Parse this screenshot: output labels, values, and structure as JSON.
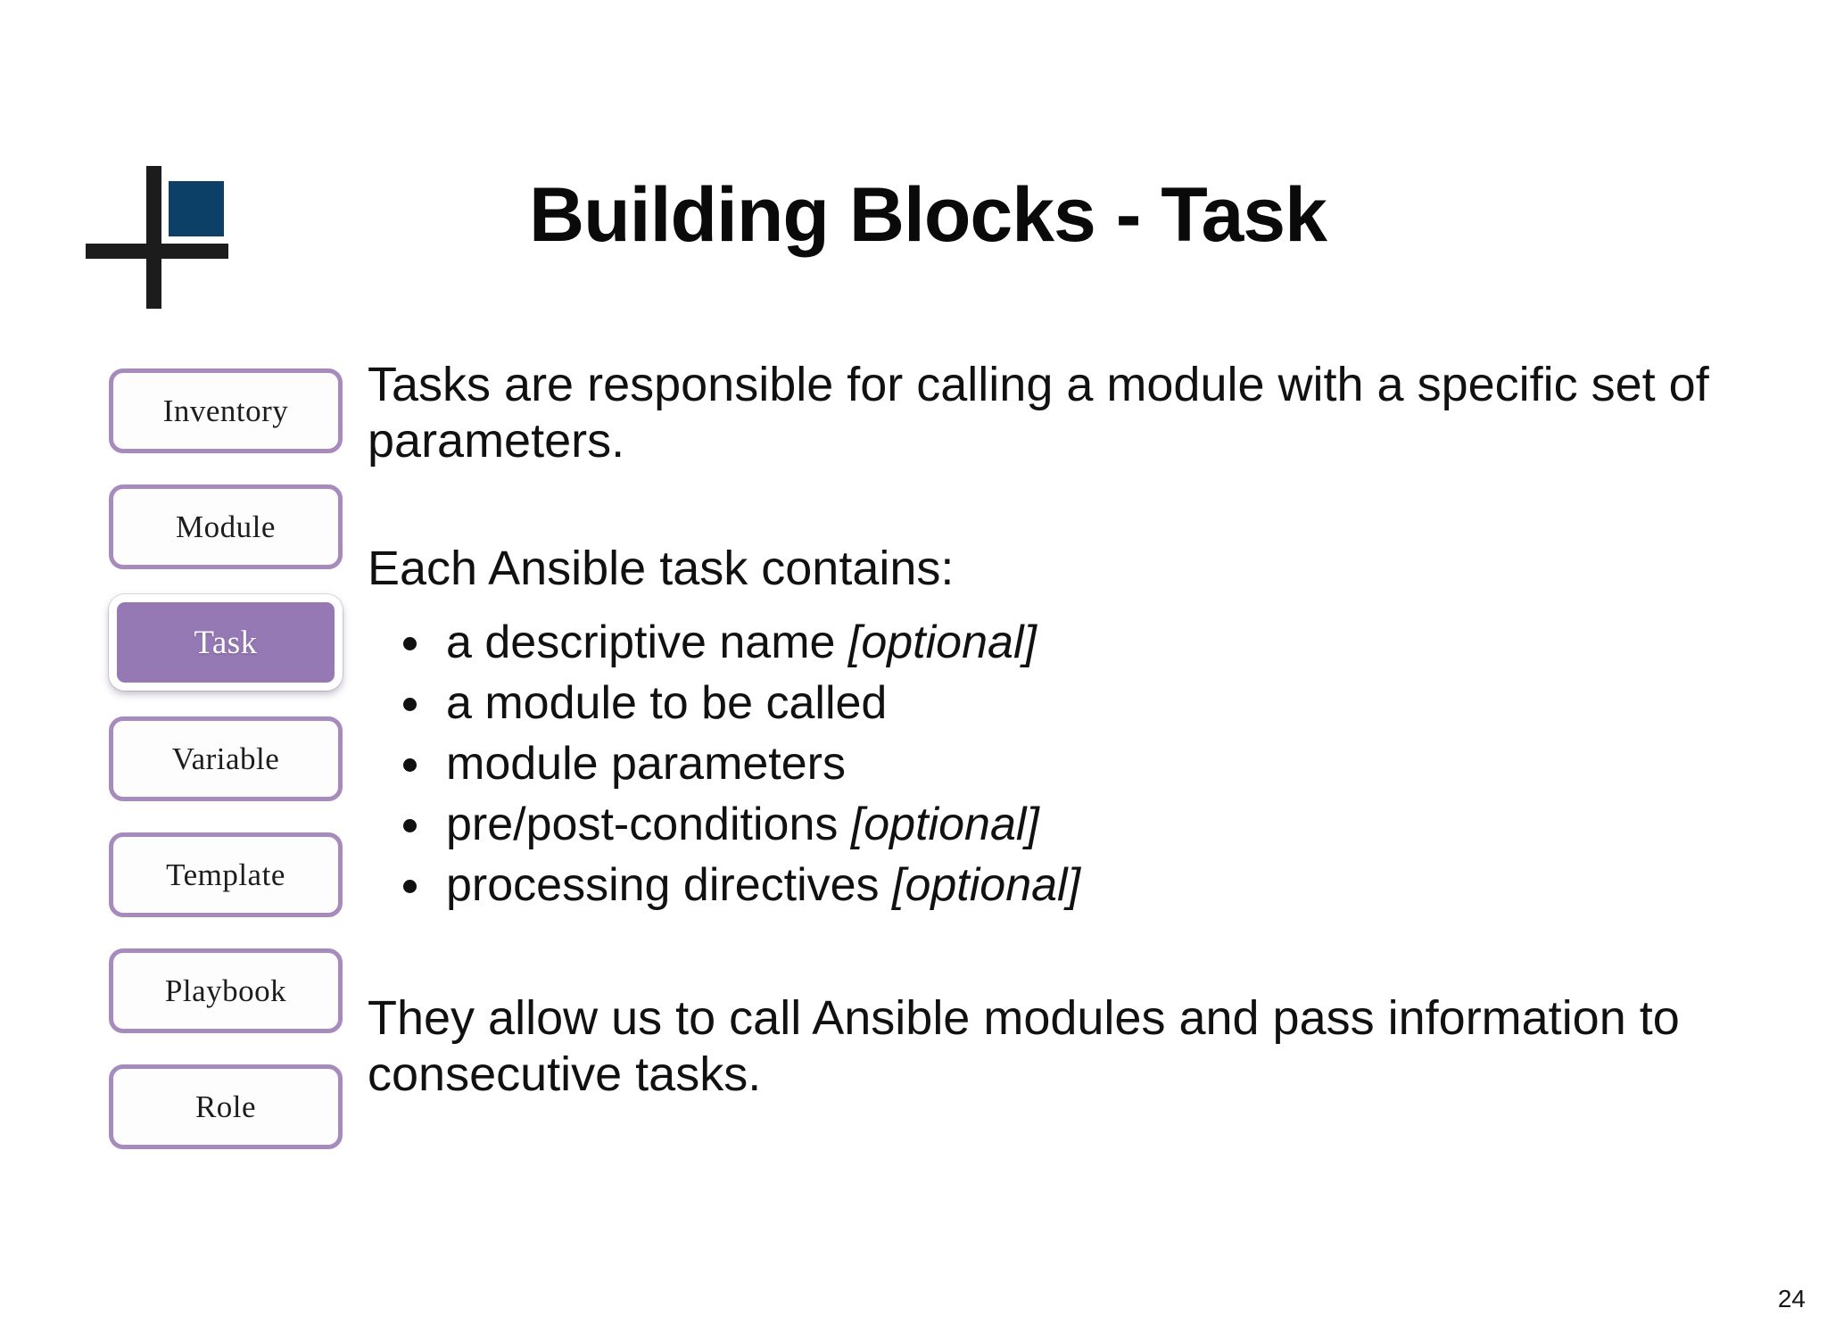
{
  "slide": {
    "title": "Building Blocks - Task",
    "page_number": "24",
    "accent_purple": "#9579b5",
    "border_purple": "#a78bbd",
    "logo_square_color": "#0d4066"
  },
  "logo": {
    "name": "cross-square-logo"
  },
  "sidebar": {
    "items": [
      {
        "label": "Inventory",
        "selected": false
      },
      {
        "label": "Module",
        "selected": false
      },
      {
        "label": "Task",
        "selected": true
      },
      {
        "label": "Variable",
        "selected": false
      },
      {
        "label": "Template",
        "selected": false
      },
      {
        "label": "Playbook",
        "selected": false
      },
      {
        "label": "Role",
        "selected": false
      }
    ]
  },
  "content": {
    "intro": "Tasks are responsible for calling a module with a specific set of parameters.",
    "lead": "Each Ansible task contains:",
    "bullets": [
      {
        "text": "a descriptive name ",
        "optional": "[optional]"
      },
      {
        "text": "a module to be called",
        "optional": ""
      },
      {
        "text": "module parameters",
        "optional": ""
      },
      {
        "text": "pre/post-conditions ",
        "optional": "[optional]"
      },
      {
        "text": "processing directives ",
        "optional": "[optional]"
      }
    ],
    "outro": "They allow us to call Ansible modules and pass information to consecutive tasks."
  }
}
